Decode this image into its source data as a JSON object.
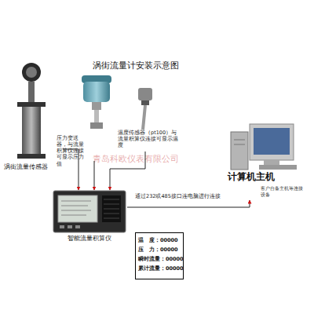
{
  "diagram": {
    "title": "涡街流量计安装示意图",
    "nodes": [
      {
        "text": [
          "涡街流量传感器"
        ]
      },
      {
        "text": [
          "压力变送器，与流量积算仪连接可显示压力值"
        ]
      },
      {
        "text": [
          "温度传感器（pt100）与流量积算仪连接可显示温度"
        ]
      },
      {
        "text": [
          "智能流量积算仪"
        ]
      },
      {
        "text": [
          "计算机主机",
          "客户自备主机等连接设备"
        ]
      },
      {
        "text": [
          "温　度：00000",
          "压　力：00000",
          "瞬时流量：00000",
          "累计流量：00000"
        ]
      }
    ],
    "edges": [
      {
        "from": 0,
        "to": 3,
        "arrow": "to"
      },
      {
        "from": 1,
        "to": 3,
        "arrow": "to"
      },
      {
        "from": 2,
        "to": 3,
        "arrow": "to"
      },
      {
        "from": 3,
        "to": 4,
        "arrow": "to",
        "label": "通过232或485接口连电脑进行连接"
      }
    ],
    "labels": [
      "青岛科欧仪表有限公司"
    ]
  }
}
